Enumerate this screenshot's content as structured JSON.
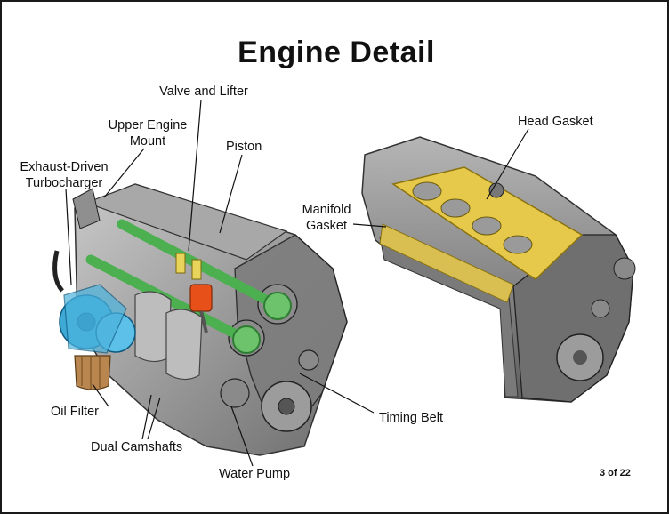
{
  "title": "Engine Detail",
  "page_indicator": "3 of 22",
  "labels": {
    "valve_and_lifter": "Valve and Lifter",
    "upper_engine_mount_1": "Upper Engine",
    "upper_engine_mount_2": "Mount",
    "piston": "Piston",
    "exhaust_turbo_1": "Exhaust-Driven",
    "exhaust_turbo_2": "Turbocharger",
    "head_gasket": "Head Gasket",
    "manifold_gasket_1": "Manifold",
    "manifold_gasket_2": "Gasket",
    "oil_filter": "Oil Filter",
    "timing_belt": "Timing Belt",
    "dual_camshafts": "Dual Camshafts",
    "water_pump": "Water Pump"
  },
  "colors": {
    "turbocharger": "#3fa9d6",
    "camshaft": "#4caf50",
    "piston": "#e8501a",
    "head_gasket": "#e6c84a",
    "oil_filter": "#b8864e",
    "engine_metal": "#9a9a9a"
  }
}
